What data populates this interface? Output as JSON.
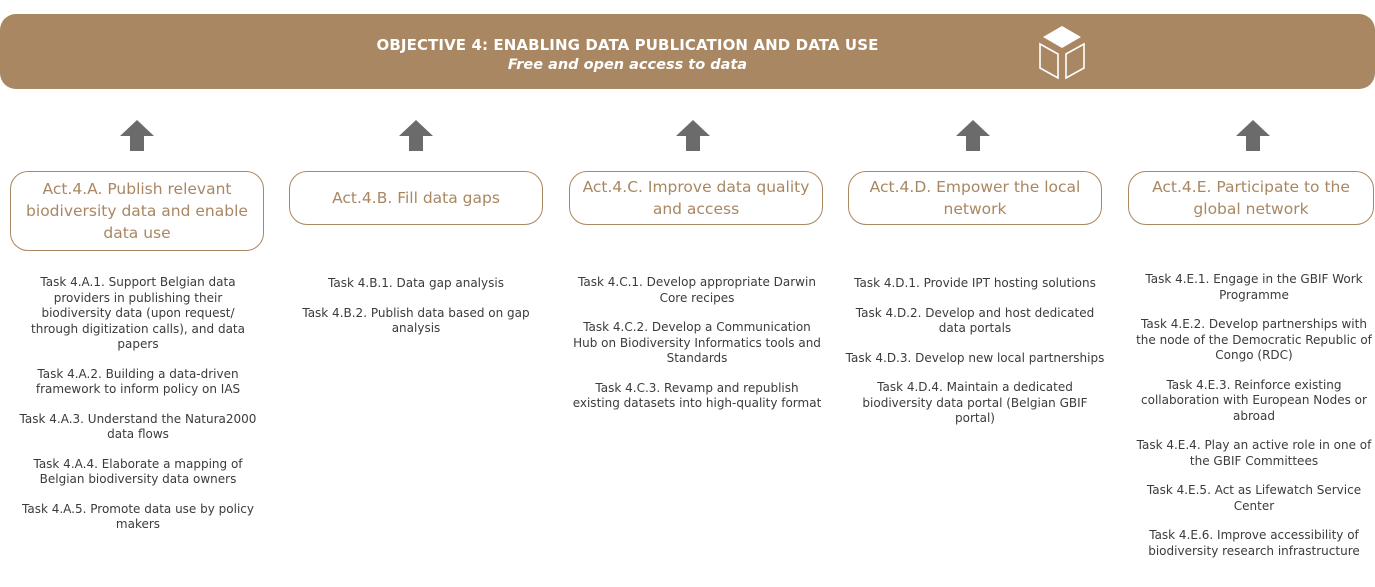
{
  "objective": {
    "title": "OBJECTIVE 4: ENABLING DATA PUBLICATION AND DATA USE",
    "subtitle": "Free and open access to data",
    "icon": "cube-icon",
    "color": "#a98762"
  },
  "activities": [
    {
      "label": "Act.4.A. Publish relevant biodiversity data and enable data use",
      "tasks": [
        "Task 4.A.1. Support Belgian data providers in publishing their biodiversity data (upon request/ through digitization calls), and data papers",
        "Task 4.A.2. Building a data-driven framework to inform policy on IAS",
        "Task 4.A.3. Understand the Natura2000 data flows",
        "Task 4.A.4. Elaborate a mapping of Belgian biodiversity data owners",
        "Task 4.A.5. Promote data use by policy makers"
      ]
    },
    {
      "label": "Act.4.B. Fill data gaps",
      "tasks": [
        "Task 4.B.1. Data gap analysis",
        "Task 4.B.2. Publish data based on gap analysis"
      ]
    },
    {
      "label": "Act.4.C. Improve data quality and access",
      "tasks": [
        "Task 4.C.1. Develop appropriate Darwin Core recipes",
        "Task 4.C.2. Develop a Communication Hub on Biodiversity Informatics tools and Standards",
        "Task 4.C.3. Revamp and republish existing datasets into high-quality format"
      ]
    },
    {
      "label": "Act.4.D. Empower the local network",
      "tasks": [
        "Task 4.D.1. Provide IPT hosting solutions",
        "Task 4.D.2. Develop and host dedicated data portals",
        "Task 4.D.3. Develop new local partnerships",
        "Task 4.D.4. Maintain a dedicated biodiversity data portal (Belgian GBIF portal)"
      ]
    },
    {
      "label": "Act.4.E. Participate to the global network",
      "tasks": [
        "Task 4.E.1. Engage in the GBIF Work Programme",
        "Task 4.E.2. Develop partnerships with the node of the Democratic Republic of Congo (RDC)",
        "Task 4.E.3. Reinforce existing collaboration with European Nodes or abroad",
        "Task 4.E.4. Play an active role in one of the GBIF Committees",
        "Task 4.E.5. Act as Lifewatch Service Center",
        "Task 4.E.6. Improve accessibility of biodiversity research infrastructure"
      ]
    }
  ],
  "arrow_icon": "arrow-up-icon",
  "arrow_color": "#6b6b6b"
}
